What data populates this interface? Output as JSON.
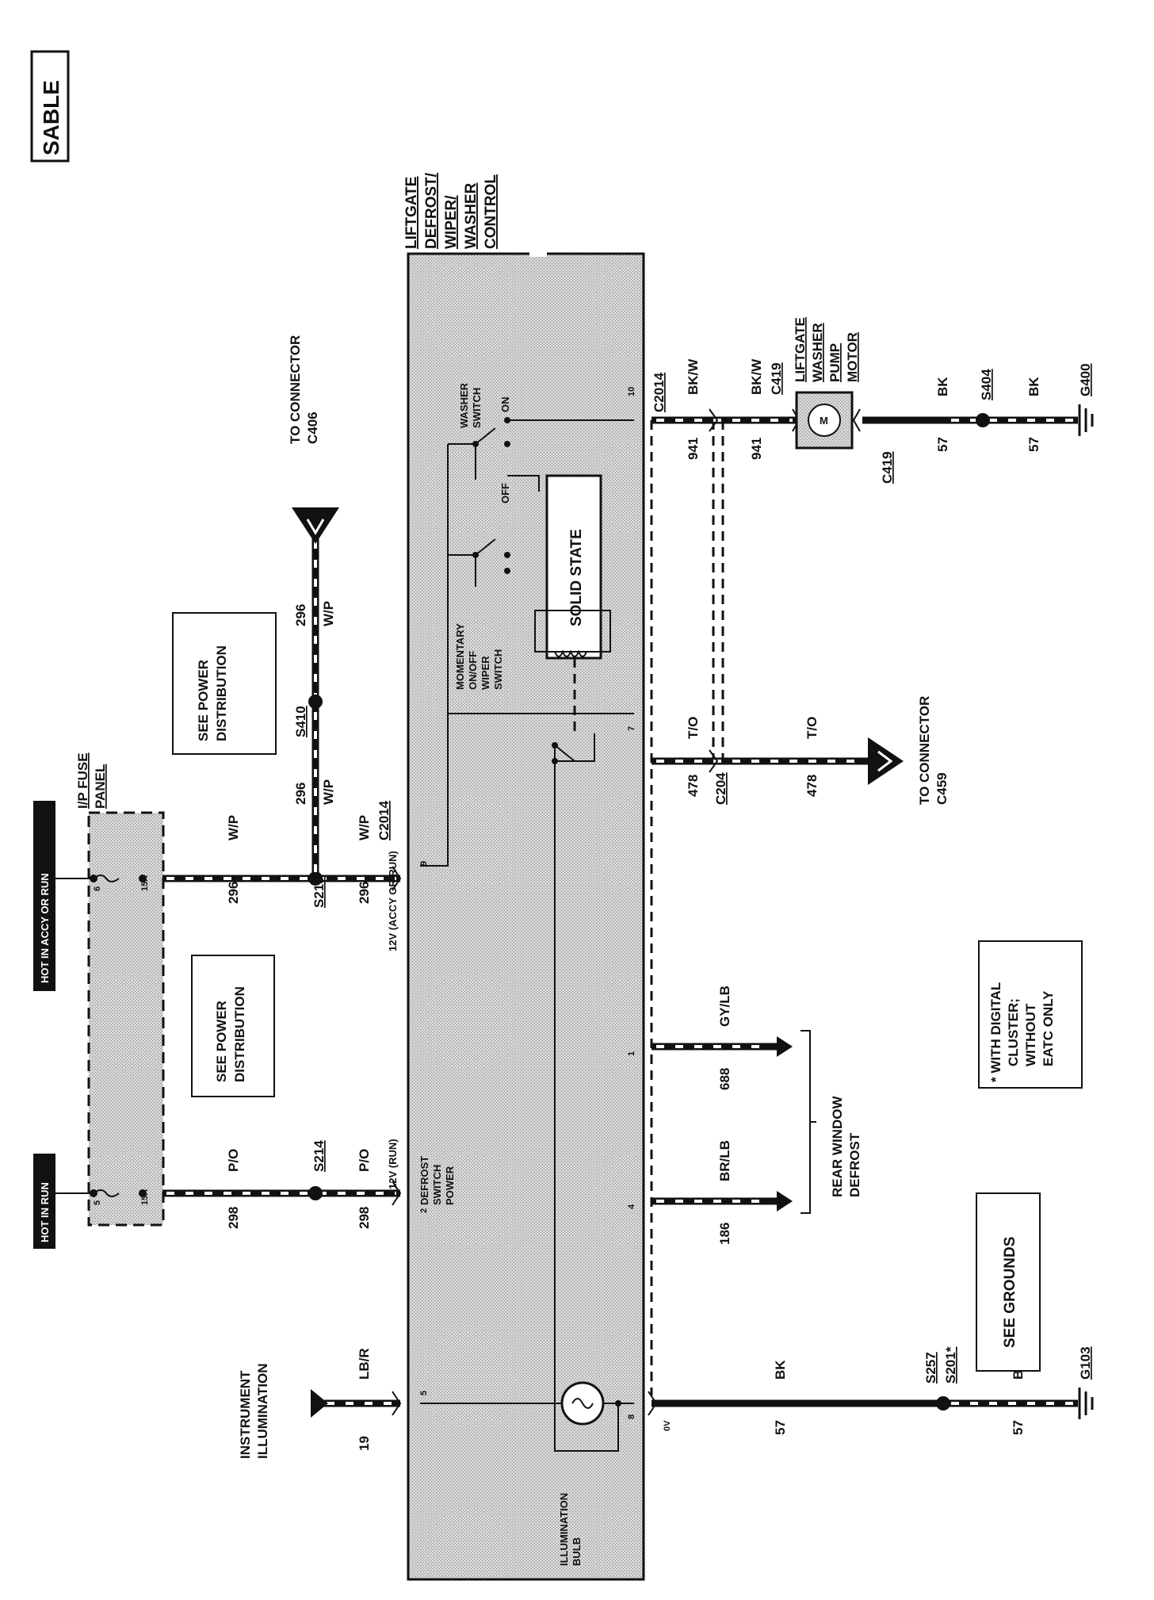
{
  "vehicle_tag": "SABLE",
  "module": {
    "title": [
      "LIFTGATE",
      "DEFROST/",
      "WIPER/",
      "WASHER",
      "CONTROL"
    ],
    "washer_switch": [
      "WASHER",
      "SWITCH"
    ],
    "washer_on": "ON",
    "washer_off": "OFF",
    "wiper_switch": [
      "MOMENTARY",
      "ON/OFF",
      "WIPER",
      "SWITCH"
    ],
    "solid_state": "SOLID STATE",
    "defrost_power": [
      "DEFROST",
      "SWITCH",
      "POWER"
    ],
    "illum_bulb": [
      "ILLUMINATION",
      "BULB"
    ],
    "pins": {
      "p2": "2",
      "p4": "4",
      "p1": "1",
      "p5": "5",
      "p9": "9",
      "p7": "7",
      "p10": "10",
      "p8": "8"
    },
    "volt_run": "12V (RUN)",
    "volt_accy": "12V (ACCY OR RUN)",
    "zero_v": "0V"
  },
  "fuse_panel": {
    "title": [
      "I/P FUSE",
      "PANEL"
    ],
    "hot_run": "HOT IN RUN",
    "hot_accy": "HOT IN ACCY OR RUN",
    "fuse_a_num": "5",
    "fuse_a_amp": "15A",
    "fuse_b_num": "6",
    "fuse_b_amp": "15A"
  },
  "notes": {
    "see_power_1": [
      "SEE POWER",
      "DISTRIBUTION"
    ],
    "see_power_2": [
      "SEE POWER",
      "DISTRIBUTION"
    ],
    "see_grounds": "SEE GROUNDS",
    "digital_cluster": [
      "* WITH DIGITAL",
      "CLUSTER;",
      "WITHOUT",
      "EATC ONLY"
    ],
    "rear_window": [
      "REAR WINDOW",
      "DEFROST"
    ],
    "instrument": [
      "INSTRUMENT",
      "ILLUMINATION"
    ],
    "to_c406": [
      "TO CONNECTOR",
      "C406"
    ],
    "to_c459": [
      "TO CONNECTOR",
      "C459"
    ],
    "washer_motor": [
      "LIFTGATE",
      "WASHER",
      "PUMP",
      "MOTOR"
    ],
    "motor_symbol": "M"
  },
  "wires": {
    "w298_num": "298",
    "w298_color": "P/O",
    "w296_num": "296",
    "w296_color": "W/P",
    "w19_num": "19",
    "w19_color": "LB/R",
    "w186_num": "186",
    "w186_color": "BR/LB",
    "w688_num": "688",
    "w688_color": "GY/LB",
    "w478_num": "478",
    "w478_color": "T/O",
    "w941_num": "941",
    "w941_color": "BK/W",
    "w57_num": "57",
    "w57_color": "BK"
  },
  "connectors": {
    "s214": "S214",
    "s215": "S215",
    "s410": "S410",
    "c2014": "C2014",
    "c204": "C204",
    "c419": "C419",
    "s404": "S404",
    "g400": "G400",
    "s257": "S257",
    "s201": "S201*",
    "g103": "G103"
  }
}
